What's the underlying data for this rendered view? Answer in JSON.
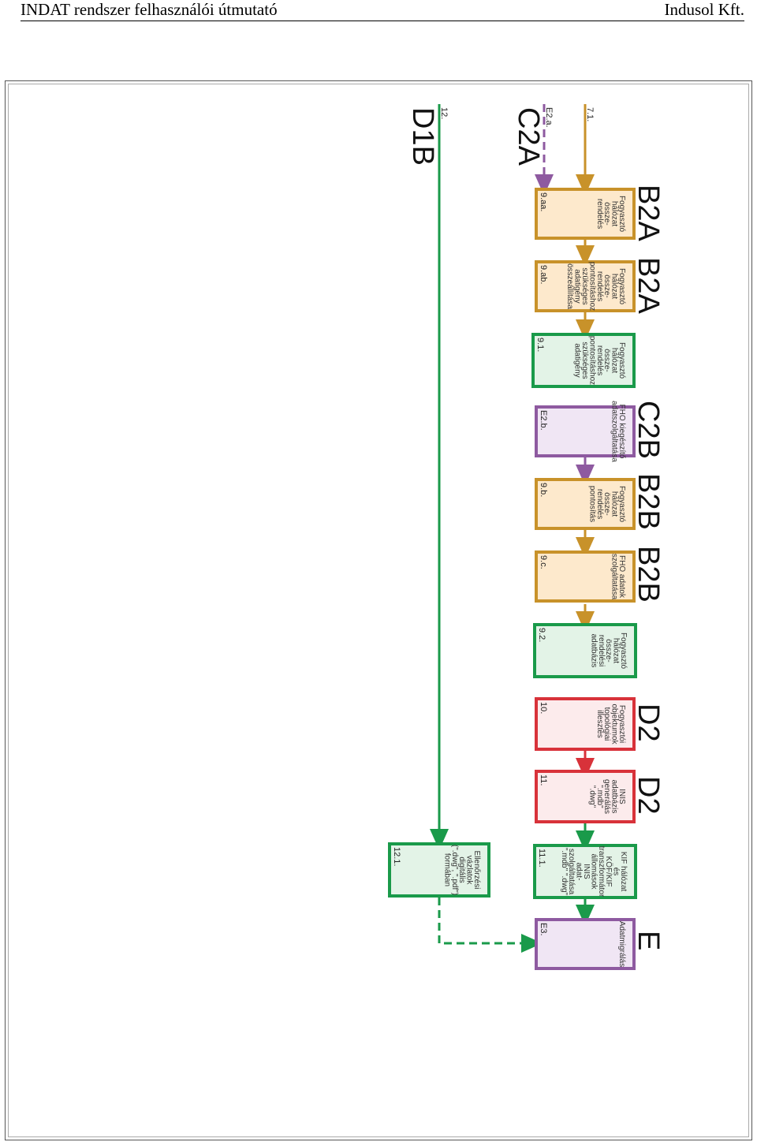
{
  "header": {
    "title": "INDAT rendszer felhasználói útmutató",
    "company": "Indusol Kft."
  },
  "diagram": {
    "stage_labels": [
      "B2A",
      "B2A",
      "C2B",
      "B2B",
      "B2B",
      "D2",
      "D2",
      "E"
    ],
    "side_labels": [
      "C2A",
      "D1B"
    ],
    "line_tags": [
      "7.1.",
      "E2.a.",
      "12."
    ],
    "boxes": [
      {
        "id": "9.aa.",
        "lines": [
          "Fogyasztó",
          "hálózat",
          "össze-",
          "rendelés"
        ]
      },
      {
        "id": "9.ab.",
        "lines": [
          "Fogyasztó",
          "hálózat",
          "össze-",
          "rendelés",
          "pontosításhoz",
          "szükséges",
          "adatigény",
          "összeállítása"
        ]
      },
      {
        "id": "9.1.",
        "lines": [
          "Fogyasztó",
          "hálózat",
          "össze-",
          "rendelés",
          "pontosításhoz",
          "szükséges",
          "adatigény"
        ]
      },
      {
        "id": "E2.b.",
        "lines": [
          "FHO kiegészítő",
          "adatszolgáltatása"
        ]
      },
      {
        "id": "9.b.",
        "lines": [
          "Fogyasztó",
          "hálózat",
          "össze-",
          "rendelés",
          "pontosítás"
        ]
      },
      {
        "id": "9.c.",
        "lines": [
          "FHO adatok",
          "szolgáltatása"
        ]
      },
      {
        "id": "9.2.",
        "lines": [
          "Fogyasztó",
          "hálózat",
          "össze-",
          "rendelési",
          "adatbázis"
        ]
      },
      {
        "id": "10.",
        "lines": [
          "Fogyasztói",
          "objektumok",
          "topológiai",
          "illesztés"
        ]
      },
      {
        "id": "11.",
        "lines": [
          "INIS",
          "adatbázis",
          "generálás",
          "\".mdb\"",
          "\".dwg\""
        ]
      },
      {
        "id": "11.1.",
        "lines": [
          "KIF hálózat",
          "és",
          "KÖF/KIF",
          "transzformátor",
          "állomások",
          "INIS",
          "adat-",
          "szolgáltatása",
          "\".mdb\" \".dwg\""
        ]
      },
      {
        "id": "E3.",
        "lines": [
          "Adatmigrálás"
        ]
      },
      {
        "id": "12.1.",
        "lines": [
          "Ellenőrzési",
          "vázlatok",
          "digitális",
          "(\".dwg\", \".pdf\")",
          "formában"
        ]
      }
    ]
  },
  "colors": {
    "orange": "#c8922a",
    "orange_fill": "#fde9cc",
    "green": "#1a9a4a",
    "green_fill": "#e3f3e7",
    "purple": "#8e5aa0",
    "purple_fill": "#f0e6f4",
    "red": "#d8323a",
    "red_fill": "#fcebec"
  }
}
